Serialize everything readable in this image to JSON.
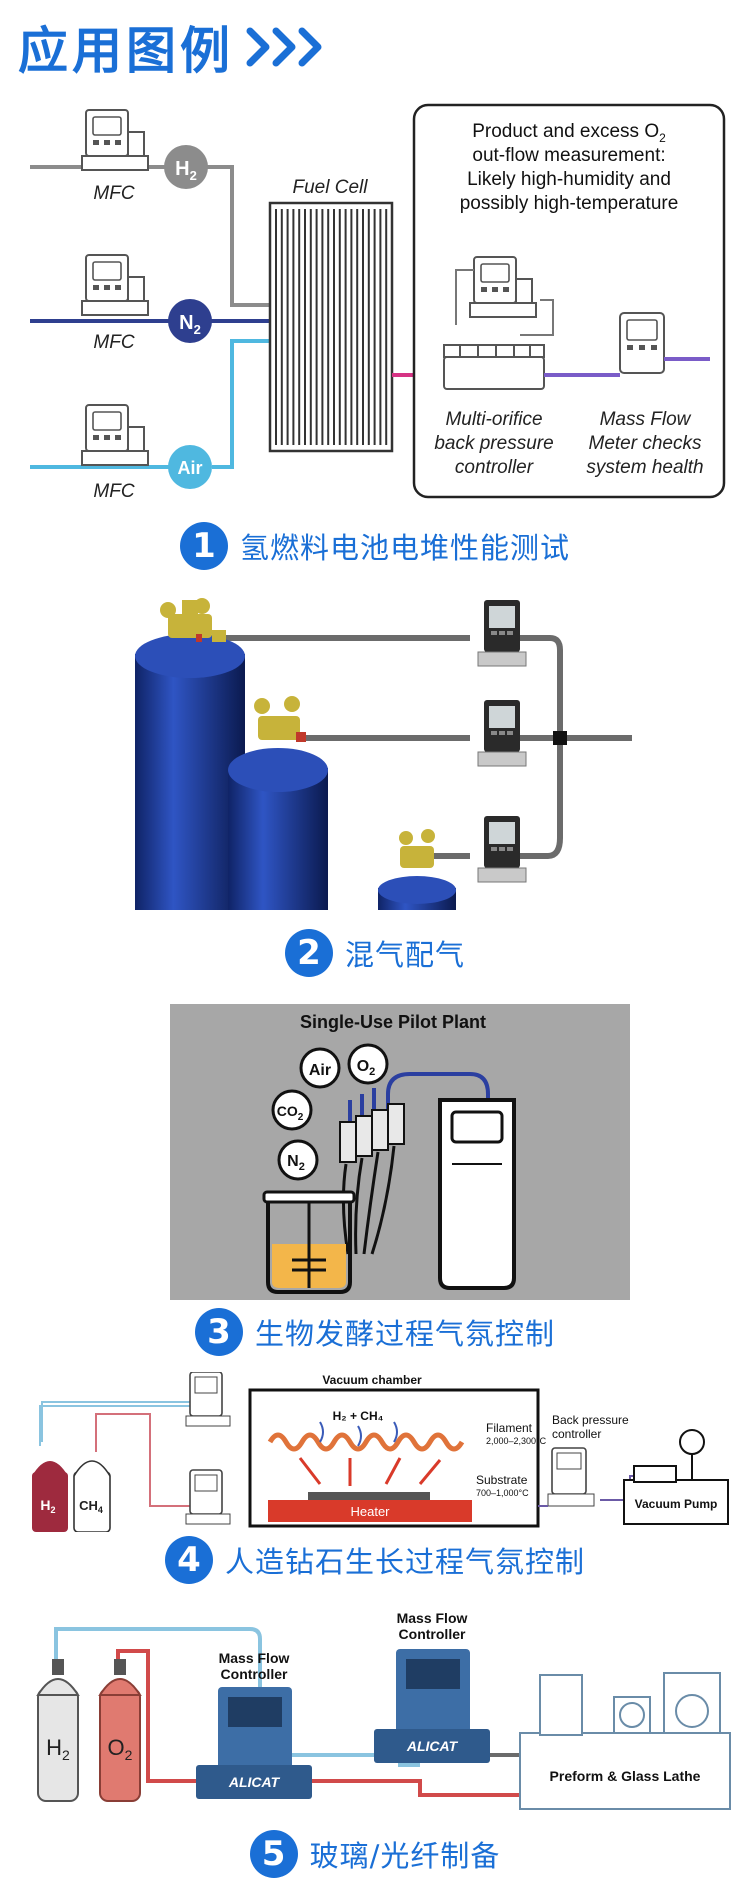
{
  "header": {
    "title": "应用图例"
  },
  "sections": [
    {
      "number": "1",
      "caption": "氢燃料电池电堆性能测试",
      "labels": {
        "mfc": "MFC",
        "gas_h2": "H",
        "gas_h2_sub": "2",
        "gas_n2": "N",
        "gas_n2_sub": "2",
        "gas_air": "Air",
        "fuel_cell": "Fuel Cell",
        "box_line1a": "Product and excess O",
        "box_line1_sub": "2",
        "box_line2": "out-flow measurement:",
        "box_line3": "Likely high-humidity and",
        "box_line4": "possibly high-temperature",
        "bpc_line1": "Multi-orifice",
        "bpc_line2": "back pressure",
        "bpc_line3": "controller",
        "mfm_line1": "Mass Flow",
        "mfm_line2": "Meter checks",
        "mfm_line3": "system health"
      }
    },
    {
      "number": "2",
      "caption": "混气配气"
    },
    {
      "number": "3",
      "caption": "生物发酵过程气氛控制",
      "labels": {
        "title": "Single-Use Pilot Plant",
        "air": "Air",
        "o2": "O",
        "co2": "CO",
        "n2": "N",
        "sub2": "2"
      }
    },
    {
      "number": "4",
      "caption": "人造钻石生长过程气氛控制",
      "labels": {
        "h2": "H",
        "ch4": "CH",
        "sub2": "2",
        "sub4": "4",
        "chamber": "Vacuum chamber",
        "h2ch4": "H₂ + CH₄",
        "filament": "Filament",
        "filament_temp": "2,000–2,300°C",
        "substrate": "Substrate",
        "substrate_temp": "700–1,000°C",
        "heater": "Heater",
        "bpc_line1": "Back pressure",
        "bpc_line2": "controller",
        "pump": "Vacuum Pump"
      }
    },
    {
      "number": "5",
      "caption": "玻璃/光纤制备",
      "labels": {
        "h2": "H",
        "o2": "O",
        "sub2": "2",
        "mfc1_line1": "Mass Flow",
        "mfc1_line2": "Controller",
        "mfc2_line1": "Mass Flow",
        "mfc2_line2": "Controller",
        "brand": "ALICAT",
        "lathe": "Preform & Glass Lathe"
      }
    }
  ],
  "colors": {
    "accent": "#1a6fd6",
    "h2_line": "#8c8c8c",
    "n2_line": "#2e3f8f",
    "air_line": "#4fb8e0",
    "outflow_line": "#d63384",
    "cylinder_blue": "#1d3a8a",
    "panel_grey": "#a7a7a7",
    "heater_red": "#d93a2a",
    "h2_cylinder_s4": "#9e2a3e",
    "o2_cylinder": "#e07a70"
  }
}
